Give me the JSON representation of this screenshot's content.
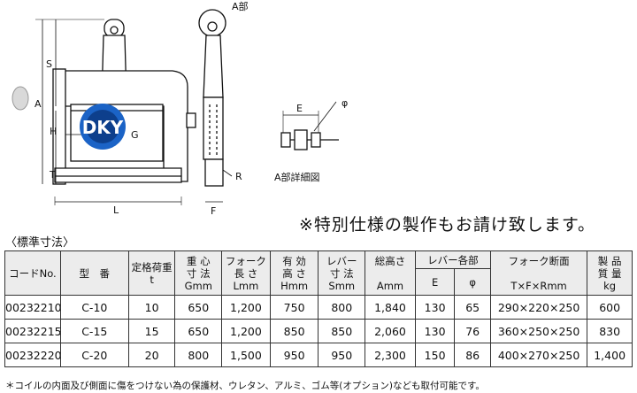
{
  "drawing": {
    "labels": {
      "a_part": "A部",
      "s": "S",
      "a": "A",
      "h": "H",
      "t": "T",
      "g": "G",
      "l": "L",
      "f": "F",
      "r": "R",
      "e": "E",
      "phi": "φ",
      "detail_caption": "A部詳細図"
    },
    "logo_text": "DKY"
  },
  "special_note": "※特別仕様の製作もお請け致します。",
  "section_title": "〈標準寸法〉",
  "table": {
    "headers": {
      "code": "コードNo.",
      "model": "型　番",
      "rated_load": "定格荷重",
      "rated_load_unit": "t",
      "center_line1": "重 心",
      "center_line2": "寸 法",
      "center_unit": "Gmm",
      "fork_line1": "フォーク",
      "fork_line2": "長 さ",
      "fork_unit": "Lmm",
      "eff_line1": "有 効",
      "eff_line2": "高 さ",
      "eff_unit": "Hmm",
      "lever_line1": "レバー",
      "lever_line2": "寸 法",
      "lever_unit": "Smm",
      "total": "総高さ",
      "total_unit": "Amm",
      "lever_parts": "レバー各部",
      "lever_e": "E",
      "lever_phi": "φ",
      "fork_section": "フォーク断面",
      "fork_section_unit": "T×F×Rmm",
      "weight_line1": "製 品",
      "weight_line2": "質 量",
      "weight_unit": "kg"
    },
    "rows": [
      {
        "code": "00232210",
        "model": "C-10",
        "load": "10",
        "g": "650",
        "l": "1,200",
        "h": "750",
        "s": "800",
        "a": "1,840",
        "e": "130",
        "phi": "65",
        "section": "290×220×250",
        "weight": "600"
      },
      {
        "code": "00232215",
        "model": "C-15",
        "load": "15",
        "g": "650",
        "l": "1,200",
        "h": "850",
        "s": "850",
        "a": "2,060",
        "e": "130",
        "phi": "76",
        "section": "360×250×250",
        "weight": "830"
      },
      {
        "code": "00232220",
        "model": "C-20",
        "load": "20",
        "g": "800",
        "l": "1,500",
        "h": "950",
        "s": "950",
        "a": "2,300",
        "e": "150",
        "phi": "86",
        "section": "400×270×250",
        "weight": "1,400"
      }
    ]
  },
  "footnote": "＊コイルの内面及び側面に傷をつけない為の保護材、ウレタン、アルミ、ゴム等(オプション)なども取付可能です。"
}
